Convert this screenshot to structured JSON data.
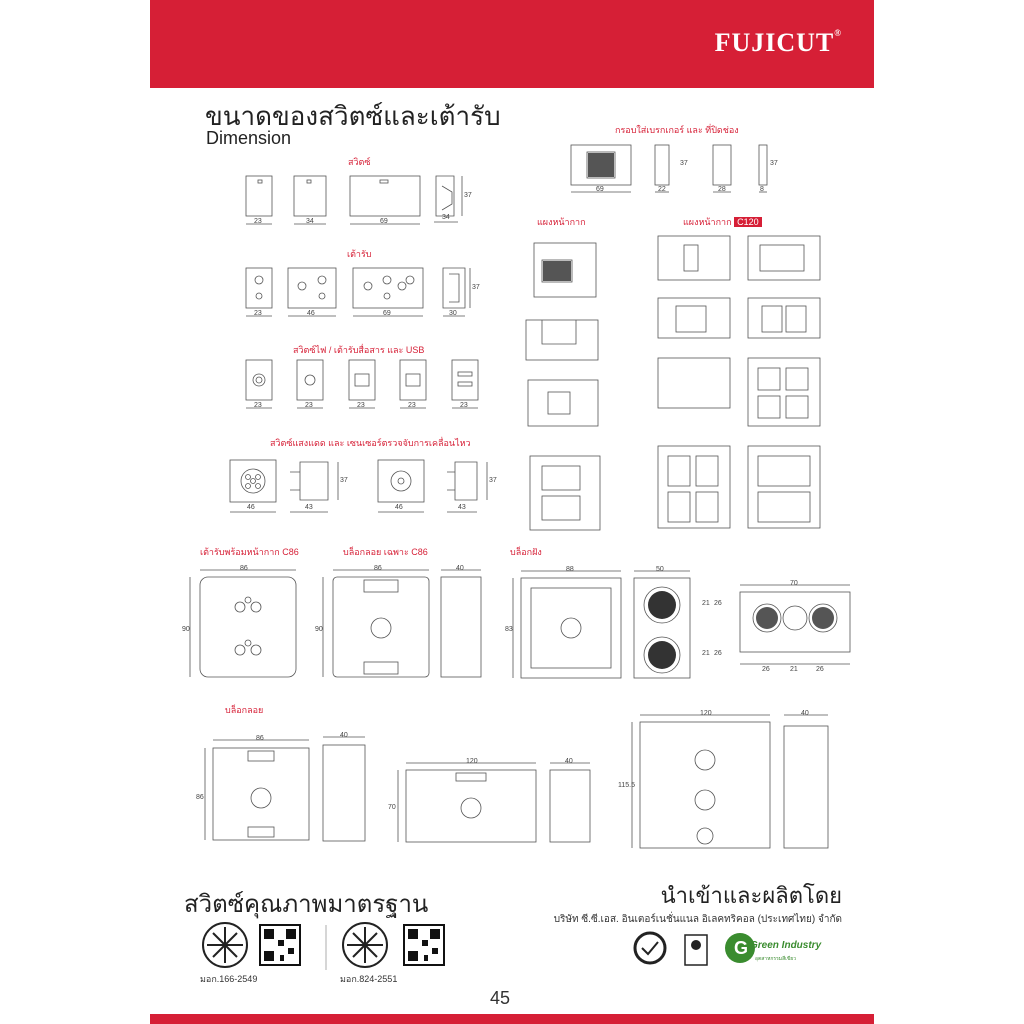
{
  "header": {
    "brand": "FUJICUT",
    "reg": "®"
  },
  "title": {
    "thai": "ขนาดของสวิตซ์และเต้ารับ",
    "english": "Dimension"
  },
  "sections": {
    "switch": "สวิตซ์",
    "outlet": "เต้ารับ",
    "indicator_usb": "สวิตซ์ไฟ / เต้ารับสื่อสาร และ USB",
    "sensor": "สวิตซ์แสงแดด และ เซนเซอร์ตรวจจับการเคลื่อนไหว",
    "breaker_frame": "กรอบใส่เบรกเกอร์ และ ที่ปิดช่อง",
    "faceplate": "แผงหน้ากาก",
    "faceplate_c120": "แผงหน้ากาก",
    "c120_badge": "C120",
    "outlet_c86": "เต้ารับพร้อมหน้ากาก C86",
    "box_c86": "บล็อกลอย เฉพาะ C86",
    "box_flush": "บล็อกฝัง",
    "box_surface": "บล็อกลอย"
  },
  "dims": {
    "d23": "23",
    "d34": "34",
    "d69": "69",
    "d37": "37",
    "d46": "46",
    "d30": "30",
    "d22": "22",
    "d28": "28",
    "d8": "8",
    "d43": "43",
    "d40": "40",
    "d86": "86",
    "d90": "90",
    "d88": "88",
    "d83": "83",
    "d50": "50",
    "d70": "70",
    "d21": "21",
    "d26": "26",
    "d120": "120",
    "d115": "115.5"
  },
  "footer": {
    "quality": "สวิตซ์คุณภาพมาตรฐาน",
    "import": "นำเข้าและผลิตโดย",
    "company": "บริษัท ซี.ซี.เอส. อินเตอร์เนชั่นแนล อิเลคทริคอล (ประเทศไทย) จำกัด",
    "cert1": "มอก.166-2549",
    "cert2": "มอก.824-2551",
    "green": "Green Industry",
    "green_sub": "อุตสาหกรรมสีเขียว",
    "page": "45"
  },
  "colors": {
    "brand_red": "#d61f36",
    "line": "#555555"
  }
}
